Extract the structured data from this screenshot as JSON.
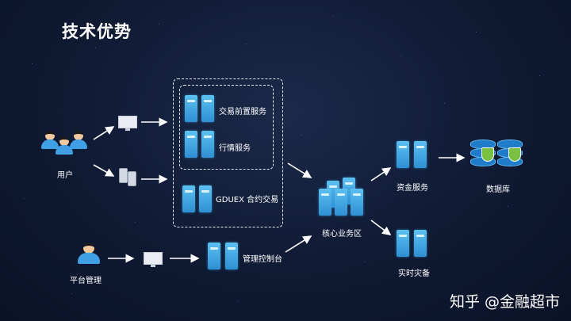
{
  "title": "技术优势",
  "nodes": {
    "users": "用户",
    "trade_gateway": "交易前置服务",
    "market_service": "行情服务",
    "gduex_contract": "GDUEX 合约交易",
    "core_business": "核心业务区",
    "funds_service": "资金服务",
    "database": "数据库",
    "realtime_backup": "实时灾备",
    "platform_admin": "平台管理",
    "admin_console": "管理控制台"
  },
  "watermark": "知乎 @金融超市",
  "colors": {
    "server": "#3fa0e6",
    "shield": "#7ac143",
    "background": "#0f1a33"
  }
}
